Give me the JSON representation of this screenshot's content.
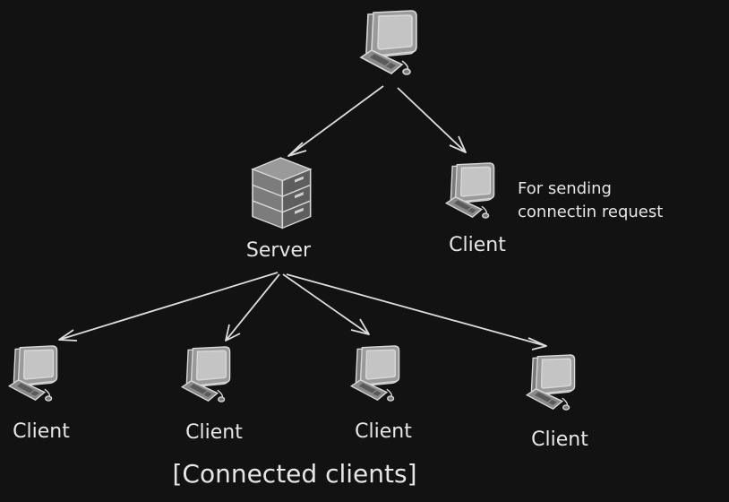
{
  "diagram": {
    "nodes": {
      "top_pc": {
        "label": ""
      },
      "server": {
        "label": "Server"
      },
      "requesting_client": {
        "label": "Client"
      },
      "client_1": {
        "label": "Client"
      },
      "client_2": {
        "label": "Client"
      },
      "client_3": {
        "label": "Client"
      },
      "client_4": {
        "label": "Client"
      }
    },
    "note": {
      "line1": "For sending",
      "line2": "connectin request"
    },
    "caption": "[Connected clients]",
    "icons": {
      "computer": "desktop-computer-icon",
      "server": "server-rack-icon"
    },
    "edges": [
      {
        "from": "top_pc",
        "to": "server"
      },
      {
        "from": "top_pc",
        "to": "requesting_client"
      },
      {
        "from": "server",
        "to": "client_1"
      },
      {
        "from": "server",
        "to": "client_2"
      },
      {
        "from": "server",
        "to": "client_3"
      },
      {
        "from": "server",
        "to": "client_4"
      }
    ],
    "colors": {
      "background": "#121212",
      "stroke": "#dcdcdc",
      "text": "#e6e6e6"
    }
  }
}
